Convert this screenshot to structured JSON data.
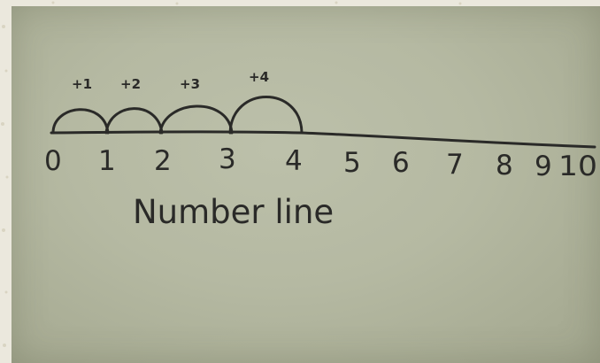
{
  "image": {
    "description": "",
    "numbers": [
      "0",
      "1",
      "2",
      "3",
      "4",
      "5",
      "6",
      "7",
      "8",
      "9",
      "10"
    ],
    "jumps": [
      "+1",
      "+2",
      "+3",
      "+4"
    ],
    "caption": "Number line"
  }
}
